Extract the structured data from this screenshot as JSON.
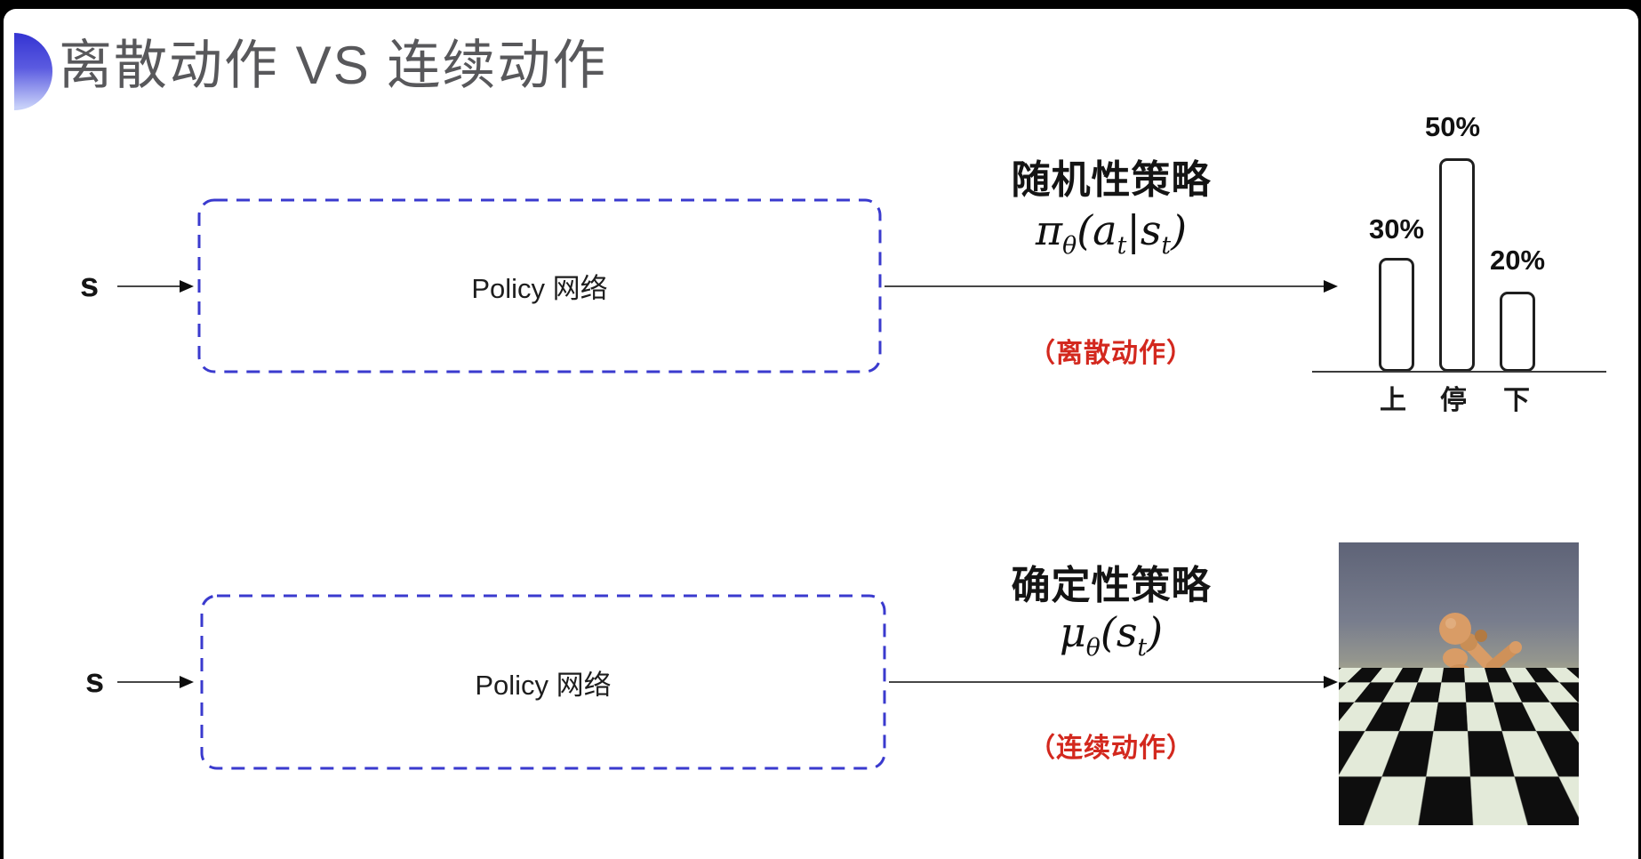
{
  "title": "离散动作 VS 连续动作",
  "top_flow": {
    "input_label": "s",
    "box_label": "Policy 网络",
    "policy_type": "随机性策略",
    "action_note": "（离散动作）",
    "formula": {
      "sym": "π",
      "sym_sub": "θ",
      "open": "(",
      "arg1": "a",
      "arg1_sub": "t",
      "sep": "|",
      "arg2": "s",
      "arg2_sub": "t",
      "close": ")"
    }
  },
  "bottom_flow": {
    "input_label": "s",
    "box_label": "Policy 网络",
    "policy_type": "确定性策略",
    "action_note": "（连续动作）",
    "formula": {
      "sym": "μ",
      "sym_sub": "θ",
      "open": "(",
      "arg1": "s",
      "arg1_sub": "t",
      "close": ")"
    }
  },
  "chart_data": {
    "type": "bar",
    "categories": [
      "上",
      "停",
      "下"
    ],
    "values": [
      30,
      50,
      20
    ],
    "value_labels": [
      "30%",
      "50%",
      "20%"
    ],
    "title": "",
    "xlabel": "",
    "ylabel": "",
    "ylim": [
      0,
      60
    ],
    "grid": false,
    "legend": false
  },
  "colors": {
    "box_border_blue": "#3a3ace",
    "accent_blue_top": "#3434d2",
    "accent_blue_bottom": "#c7d0f9",
    "note_red": "#d3281e",
    "title_gray": "#58585b"
  }
}
